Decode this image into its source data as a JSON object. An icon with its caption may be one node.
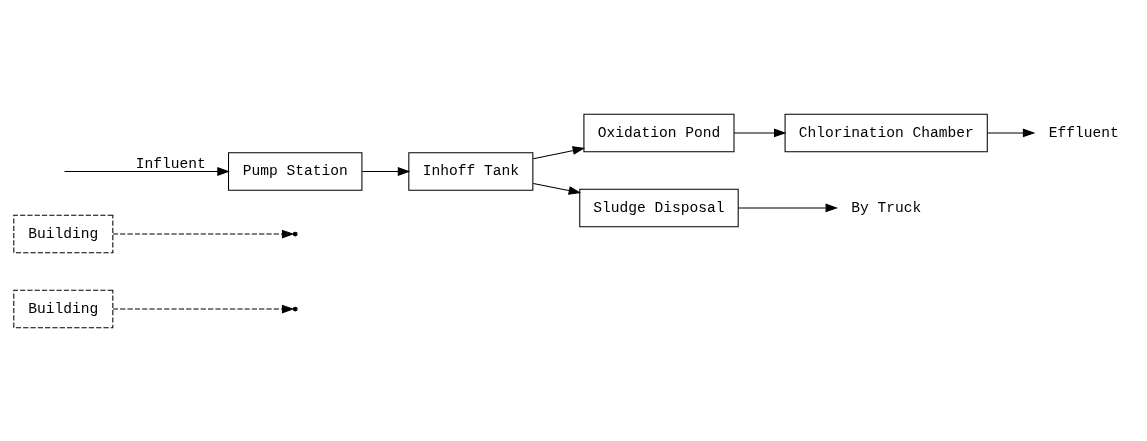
{
  "diagram": {
    "nodes": [
      {
        "text": [
          "Building"
        ]
      },
      {
        "text": [
          "Building"
        ]
      },
      {
        "text": [
          "Pump Station"
        ]
      },
      {
        "text": [
          "Inhoff Tank"
        ]
      },
      {
        "text": [
          "Oxidation Pond"
        ]
      },
      {
        "text": [
          "Sludge Disposal"
        ]
      },
      {
        "text": [
          "By Truck"
        ]
      },
      {
        "text": [
          "Chlorination Chamber"
        ]
      },
      {
        "text": [
          "Effluent"
        ]
      }
    ],
    "edges": [
      {
        "from": null,
        "to": 2,
        "arrow": "to",
        "label": "Influent"
      },
      {
        "from": 0,
        "to": null,
        "arrow": "to",
        "style": "dashed"
      },
      {
        "from": 1,
        "to": null,
        "arrow": "to",
        "style": "dashed"
      },
      {
        "from": 2,
        "to": 3,
        "arrow": "to"
      },
      {
        "from": 3,
        "to": 4,
        "arrow": "to"
      },
      {
        "from": 3,
        "to": 5,
        "arrow": "to"
      },
      {
        "from": 5,
        "to": 6,
        "arrow": "to"
      },
      {
        "from": 4,
        "to": 7,
        "arrow": "to"
      },
      {
        "from": 7,
        "to": 8,
        "arrow": "to"
      }
    ]
  }
}
